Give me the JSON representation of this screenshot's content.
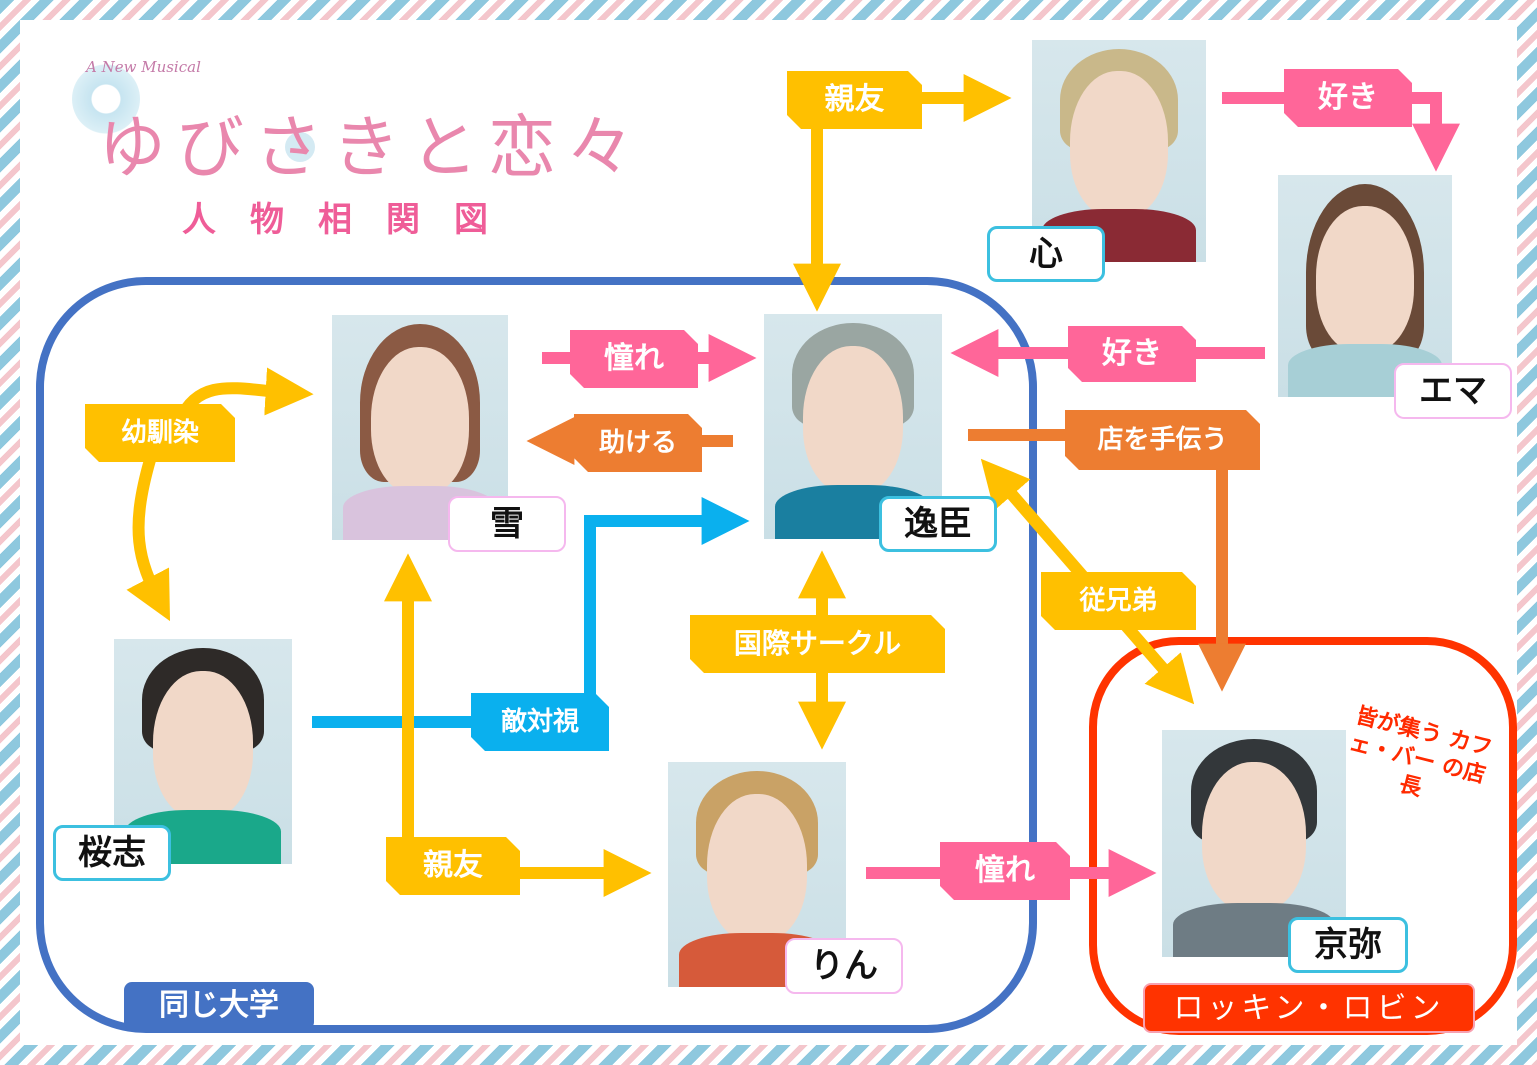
{
  "title": {
    "subtitle": "A New Musical",
    "main": "ゆびさきと恋々",
    "heading": "人物相関図"
  },
  "colors": {
    "friend": "#ffc000",
    "love": "#ff6699",
    "help": "#ed7d31",
    "rival": "#0ab0ee",
    "university_group": "#4472c4",
    "cafe_group": "#ff3300",
    "male_tag_border": "#3cc0e0",
    "female_tag_border": "#f5b8ee"
  },
  "groups": {
    "university": "同じ大学",
    "cafe": "ロッキン・ロビン"
  },
  "characters": {
    "yuki": "雪",
    "itsuomi": "逸臣",
    "shin": "心",
    "emma": "エマ",
    "oushi": "桜志",
    "rin": "りん",
    "kyoya": "京弥"
  },
  "relations": {
    "shinyu_top": "親友",
    "suki_top": "好き",
    "akogare_top": "憧れ",
    "tasukeru": "助ける",
    "suki_emma": "好き",
    "mise": "店を手伝う",
    "osananajimi": "幼馴染",
    "itoko": "従兄弟",
    "kokusai": "国際サークル",
    "tekitaishi": "敵対視",
    "shinyu_bottom": "親友",
    "akogare_bottom": "憧れ"
  },
  "notes": {
    "kyoya_role": "皆が集う カフェ・バー の店長"
  }
}
